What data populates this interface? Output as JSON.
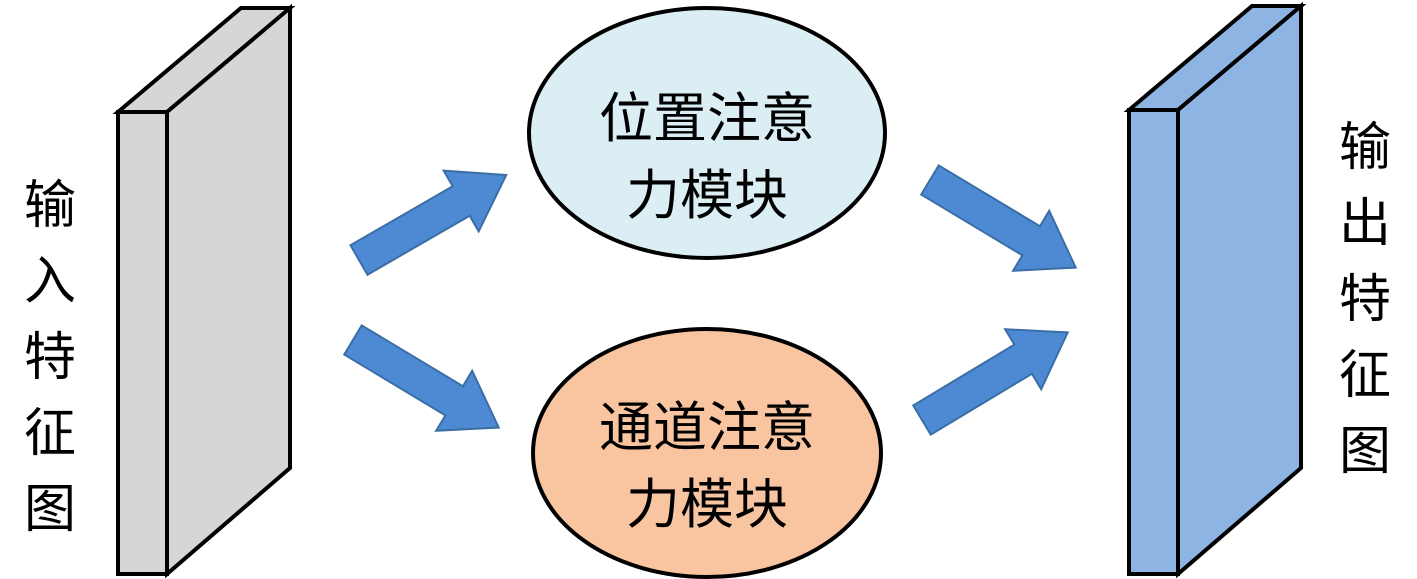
{
  "diagram": {
    "input_feature_map": {
      "label": "输入特征图",
      "chars": [
        "输",
        "入",
        "特",
        "征",
        "图"
      ]
    },
    "output_feature_map": {
      "label": "输出特征图",
      "chars": [
        "输",
        "出",
        "特",
        "征",
        "图"
      ]
    },
    "position_attention_module": {
      "label": "位置注意力模块",
      "line1": "位置注意",
      "line2": "力模块"
    },
    "channel_attention_module": {
      "label": "通道注意力模块",
      "line1": "通道注意",
      "line2": "力模块"
    }
  },
  "colors": {
    "input_front": "#d6d6d6",
    "input_side": "#d6d6d6",
    "output_front": "#8eb4e3",
    "output_side": "#8eb4e3",
    "position_module_fill": "#dbeef4",
    "channel_module_fill": "#f8c5a0",
    "arrow_fill": "#4e89d4",
    "stroke": "#000000"
  },
  "icons": {
    "flow_arrow": "block-arrow-icon"
  }
}
